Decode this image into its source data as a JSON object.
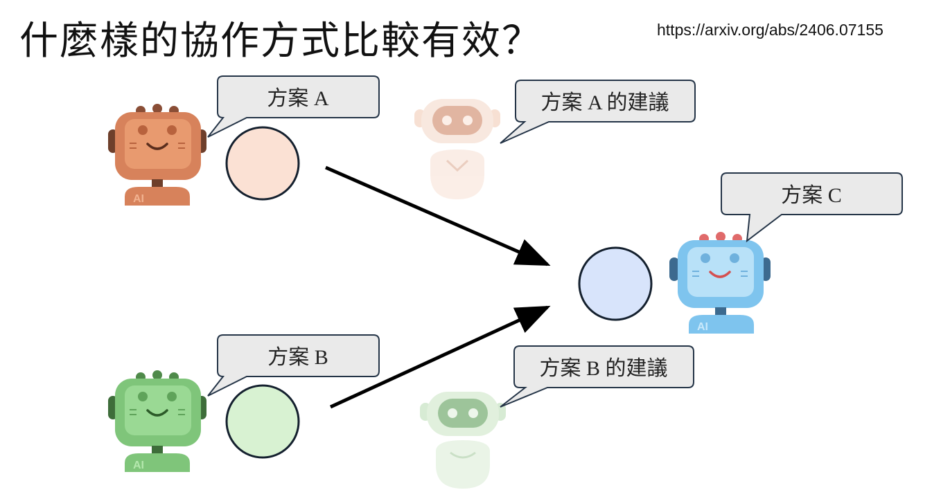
{
  "title": "什麼樣的協作方式比較有效？",
  "url": "https://arxiv.org/abs/2406.07155",
  "bubbles": {
    "plan_a": "方案 A",
    "plan_a_advice": "方案 A 的建議",
    "plan_b": "方案 B",
    "plan_b_advice": "方案 B 的建議",
    "plan_c": "方案 C"
  },
  "badge": "AI",
  "colors": {
    "orange_robot": "#d7825b",
    "green_robot": "#7fc57a",
    "blue_robot": "#7ec4ee",
    "orange_circle": "#fbe1d4",
    "green_circle": "#d8f2d2",
    "blue_circle": "#d8e4fb",
    "bubble_fill": "#eaeaea",
    "bubble_stroke": "#243447"
  }
}
